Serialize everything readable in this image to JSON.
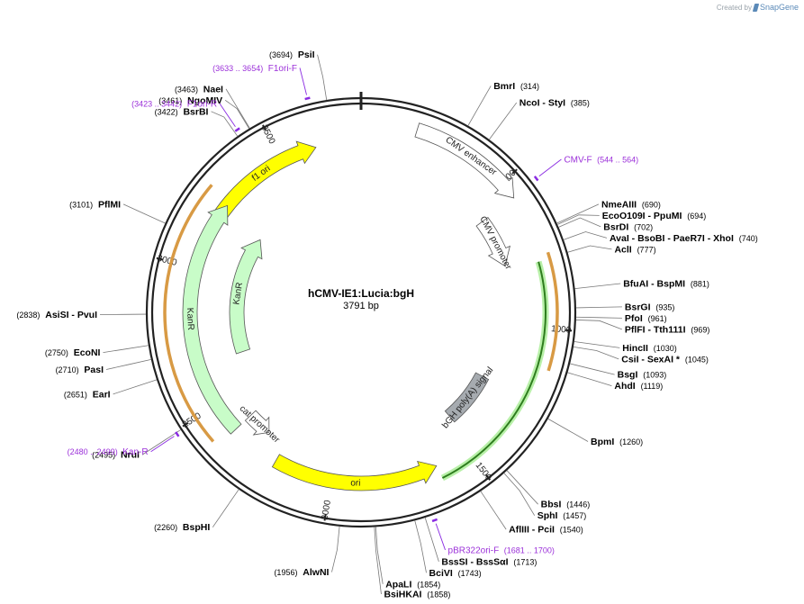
{
  "credit": {
    "prefix": "Created by",
    "brand": "SnapGene"
  },
  "plasmid": {
    "name": "hCMV-IE1:Lucia:bgH",
    "size_label": "3791 bp",
    "length": 3791
  },
  "ticks": [
    {
      "bp": 500,
      "label": "500"
    },
    {
      "bp": 1000,
      "label": "1000"
    },
    {
      "bp": 1500,
      "label": "1500"
    },
    {
      "bp": 2000,
      "label": "2000"
    },
    {
      "bp": 2500,
      "label": "2500"
    },
    {
      "bp": 3000,
      "label": "3000"
    },
    {
      "bp": 3500,
      "label": "3500"
    }
  ],
  "features": [
    {
      "label": "f1 ori",
      "start": 3200,
      "end": 3630,
      "dir": "cw",
      "color": "#ffff00"
    },
    {
      "label": "CMV enhancer",
      "start": 180,
      "end": 560,
      "dir": "cw",
      "color": "#ffffff"
    },
    {
      "label": "CMV promoter",
      "start": 560,
      "end": 760,
      "dir": "cw",
      "color": "#ffffff"
    },
    {
      "label": "bGH poly(A) signal",
      "start": 1240,
      "end": 1470,
      "dir": "none",
      "color": "#a6abb0"
    },
    {
      "label": "ori",
      "start": 1620,
      "end": 2210,
      "dir": "ccw",
      "color": "#ffff00"
    },
    {
      "label": "cat promoter",
      "start": 2290,
      "end": 2390,
      "dir": "ccw",
      "color": "#ffffff"
    },
    {
      "label": "KanR",
      "start": 2390,
      "end": 3250,
      "dir": "cw",
      "color": "#c8fcc8"
    },
    {
      "label": "KanR",
      "start": 2650,
      "end": 3220,
      "dir": "cw",
      "color": "#c8fcc8"
    }
  ],
  "orfs": [
    {
      "start": 760,
      "end": 1130,
      "color": "#d89a44"
    },
    {
      "start": 2410,
      "end": 3270,
      "color": "#d89a44"
    }
  ],
  "green_arcs": [
    {
      "start": 780,
      "end": 1620
    }
  ],
  "primers": [
    {
      "name": "F1ori-F",
      "range": "(3633 .. 3654)",
      "bp": 3643
    },
    {
      "name": "F1ori-R",
      "range": "(3423 .. 3442)",
      "bp": 3432
    },
    {
      "name": "CMV-F",
      "range": "(544 .. 564)",
      "bp": 554
    },
    {
      "name": "Kan-R",
      "range": "(2480 .. 2499)",
      "bp": 2490
    },
    {
      "name": "pBR322ori-F",
      "range": "(1681 .. 1700)",
      "bp": 1690
    }
  ],
  "sites": [
    {
      "text": "PsiI",
      "pos": "(3694)",
      "bp": 3694
    },
    {
      "text": "BmrI",
      "pos": "(314)",
      "bp": 314
    },
    {
      "text": "NcoI  - StyI",
      "pos": "(385)",
      "bp": 385
    },
    {
      "text": "NmeAIII",
      "pos": "(690)",
      "bp": 690
    },
    {
      "text": "EcoO109I  - PpuMI",
      "pos": "(694)",
      "bp": 694
    },
    {
      "text": "BsrDI",
      "pos": "(702)",
      "bp": 702
    },
    {
      "text": "AvaI  - BsoBI  - PaeR7I  - XhoI",
      "pos": "(740)",
      "bp": 740
    },
    {
      "text": "AclI",
      "pos": "(777)",
      "bp": 777
    },
    {
      "text": "BfuAI  - BspMI",
      "pos": "(881)",
      "bp": 881
    },
    {
      "text": "BsrGI",
      "pos": "(935)",
      "bp": 935
    },
    {
      "text": "PfoI",
      "pos": "(961)",
      "bp": 961
    },
    {
      "text": "PflFI  - Tth111I",
      "pos": "(969)",
      "bp": 969
    },
    {
      "text": "HincII",
      "pos": "(1030)",
      "bp": 1030
    },
    {
      "text": "CsiI  - SexAI  *",
      "pos": "(1045)",
      "bp": 1045
    },
    {
      "text": "BsgI",
      "pos": "(1093)",
      "bp": 1093
    },
    {
      "text": "AhdI",
      "pos": "(1119)",
      "bp": 1119
    },
    {
      "text": "BpmI",
      "pos": "(1260)",
      "bp": 1260
    },
    {
      "text": "BbsI",
      "pos": "(1446)",
      "bp": 1446
    },
    {
      "text": "SphI",
      "pos": "(1457)",
      "bp": 1457
    },
    {
      "text": "AflIII  - PciI",
      "pos": "(1540)",
      "bp": 1540
    },
    {
      "text": "BssSI  - BssSαI",
      "pos": "(1713)",
      "bp": 1713
    },
    {
      "text": "BciVI",
      "pos": "(1743)",
      "bp": 1743
    },
    {
      "text": "ApaLI",
      "pos": "(1854)",
      "bp": 1854
    },
    {
      "text": "BsiHKAI",
      "pos": "(1858)",
      "bp": 1858
    },
    {
      "text": "AlwNI",
      "pos": "(1956)",
      "bp": 1956
    },
    {
      "text": "BspHI",
      "pos": "(2260)",
      "bp": 2260
    },
    {
      "text": "NruI",
      "pos": "(2495)",
      "bp": 2495
    },
    {
      "text": "EarI",
      "pos": "(2651)",
      "bp": 2651
    },
    {
      "text": "PasI",
      "pos": "(2710)",
      "bp": 2710
    },
    {
      "text": "EcoNI",
      "pos": "(2750)",
      "bp": 2750
    },
    {
      "text": "AsiSI  - PvuI",
      "pos": "(2838)",
      "bp": 2838
    },
    {
      "text": "PflMI",
      "pos": "(3101)",
      "bp": 3101
    },
    {
      "text": "BsrBI",
      "pos": "(3422)",
      "bp": 3422
    },
    {
      "text": "NgoMIV",
      "pos": "(3461)",
      "bp": 3461
    },
    {
      "text": "NaeI",
      "pos": "(3463)",
      "bp": 3463
    }
  ]
}
